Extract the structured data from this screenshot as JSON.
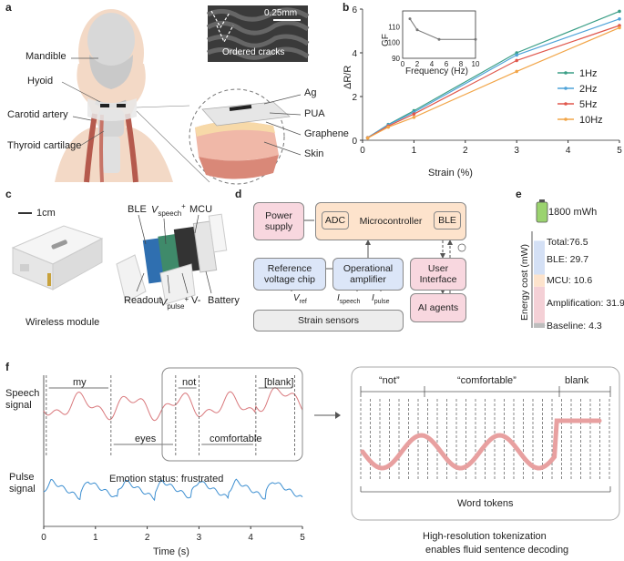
{
  "panels": {
    "a": "a",
    "b": "b",
    "c": "c",
    "d": "d",
    "e": "e",
    "f": "f"
  },
  "panel_a": {
    "left_labels": [
      "Mandible",
      "Hyoid",
      "Carotid artery",
      "Thyroid cartilage"
    ],
    "right_labels": [
      "Ag",
      "PUA",
      "Graphene",
      "Skin"
    ],
    "scale": "0.25mm",
    "inset_caption": "Ordered cracks"
  },
  "chart_data": [
    {
      "type": "line",
      "xlabel": "Strain (%)",
      "ylabel": "ΔR/R",
      "xlim": [
        0,
        5
      ],
      "ylim": [
        0,
        6
      ],
      "xticks": [
        0,
        1,
        2,
        3,
        4,
        5
      ],
      "yticks": [
        0,
        2,
        4,
        6
      ],
      "x": [
        0.1,
        0.5,
        1,
        3,
        5
      ],
      "legend_position": "right",
      "series": [
        {
          "name": "1Hz",
          "color": "#3a9e86",
          "values": [
            0.12,
            0.72,
            1.35,
            4.0,
            5.9
          ]
        },
        {
          "name": "2Hz",
          "color": "#4fa3d9",
          "values": [
            0.12,
            0.7,
            1.28,
            3.9,
            5.55
          ]
        },
        {
          "name": "5Hz",
          "color": "#e0574c",
          "values": [
            0.11,
            0.65,
            1.2,
            3.65,
            5.25
          ]
        },
        {
          "name": "10Hz",
          "color": "#f2a548",
          "values": [
            0.1,
            0.6,
            1.05,
            3.15,
            5.15
          ]
        }
      ]
    },
    {
      "type": "line",
      "xlabel": "Frequency (Hz)",
      "ylabel": "GF",
      "xlim": [
        0,
        10
      ],
      "ylim": [
        90,
        120
      ],
      "xticks": [
        0,
        2,
        4,
        6,
        8,
        10
      ],
      "yticks": [
        90,
        100,
        110
      ],
      "x": [
        1,
        2,
        5,
        10
      ],
      "series": [
        {
          "color": "#777777",
          "values": [
            115,
            108,
            102,
            102
          ]
        }
      ]
    },
    {
      "type": "bar",
      "ylabel": "Energy cost (mW)",
      "battery": "1800 mWh",
      "total_label": "Total:76.5",
      "segments": [
        {
          "label": "Baseline: 4.3",
          "value": 4.3,
          "color": "#bdbdbd"
        },
        {
          "label": "Amplification: 31.9",
          "value": 31.9,
          "color": "#f4d0d6"
        },
        {
          "label": "MCU: 10.6",
          "value": 10.6,
          "color": "#fde3cc"
        },
        {
          "label": "BLE: 29.7",
          "value": 29.7,
          "color": "#d4e0f5"
        }
      ]
    },
    {
      "type": "line",
      "xlabel": "Time (s)",
      "xlim": [
        0,
        5
      ],
      "xticks": [
        0,
        1,
        2,
        3,
        4,
        5
      ],
      "series": [
        {
          "name": "Speech signal",
          "color": "#d9787c"
        },
        {
          "name": "Pulse signal",
          "color": "#3d8fd1"
        }
      ]
    }
  ],
  "panel_c": {
    "scale": "1cm",
    "caption": "Wireless module",
    "labels": {
      "ble": "BLE",
      "vspeech": "V",
      "vspeech_sub": "speech",
      "vspeech_sup": "+",
      "mcu": "MCU",
      "readout": "Readout",
      "vpulse": "V",
      "vpulse_sub": "pulse",
      "vpulse_sup": "+",
      "vminus": "V-",
      "battery": "Battery"
    }
  },
  "panel_d": {
    "power": "Power supply",
    "micro": "Microcontroller",
    "adc": "ADC",
    "ble": "BLE",
    "ref": "Reference voltage chip",
    "opamp": "Operational amplifier",
    "ui": "User Interface",
    "ai": "AI agents",
    "sensors": "Strain sensors",
    "vref": "V",
    "vref_sub": "ref",
    "ispeech": "I",
    "ispeech_sub": "speech",
    "ipulse": "I",
    "ipulse_sub": "pulse"
  },
  "panel_f": {
    "speech_label": "Speech\nsignal",
    "pulse_label": "Pulse\nsignal",
    "words": [
      "my",
      "eyes",
      "not",
      "[blank]",
      "comfortable"
    ],
    "emotion": "Emotion status: frustrated",
    "right_words": [
      "“not”",
      "“comfortable”",
      "blank"
    ],
    "tokens": "Word tokens",
    "caption1": "High-resolution tokenization",
    "caption2": "enables fluid sentence decoding"
  }
}
